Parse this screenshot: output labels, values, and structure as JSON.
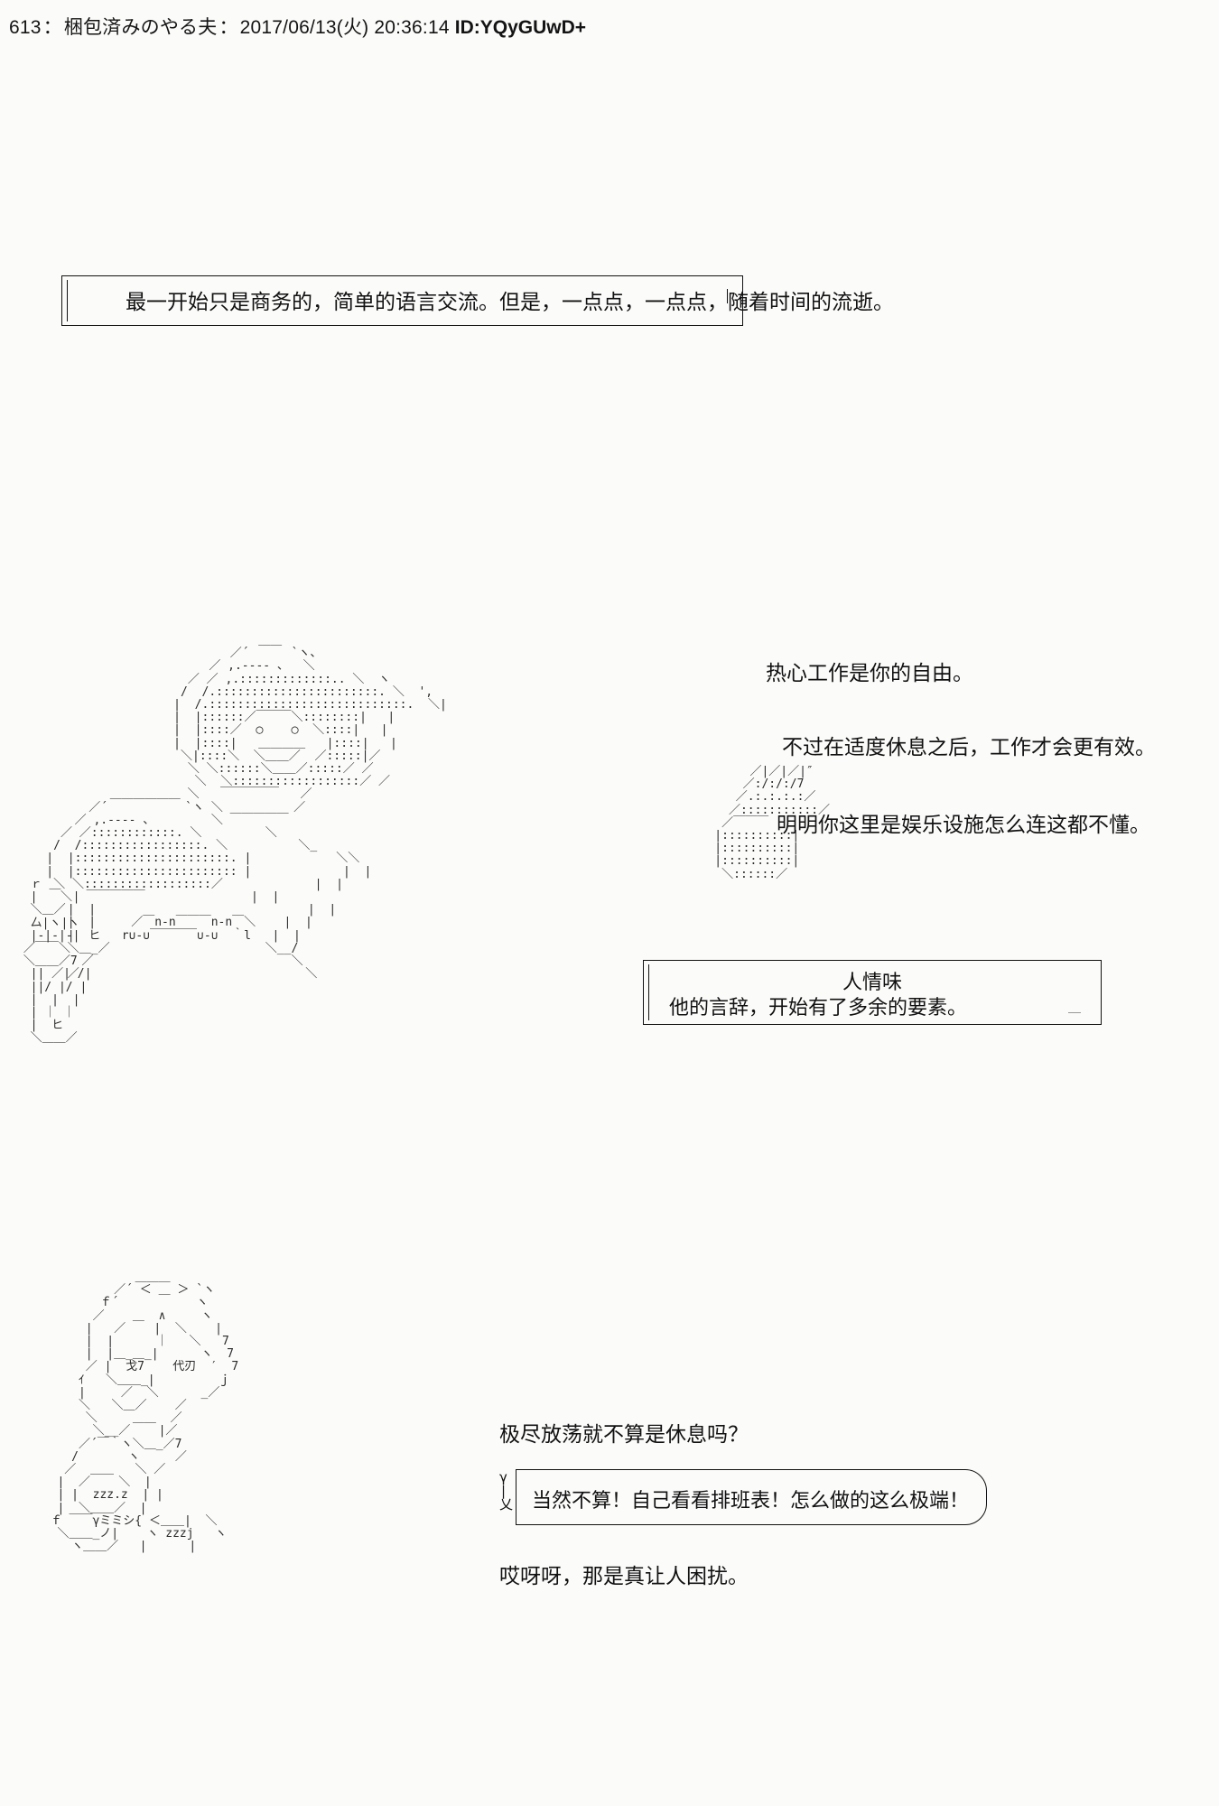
{
  "post": {
    "number": "613",
    "separator": "：",
    "name": "梱包済みのやる夫",
    "datetime": "2017/06/13(火) 20:36:14",
    "id_label": "ID:YQyGUwD+"
  },
  "narration_boxes": [
    {
      "name": "narration-box-top",
      "text": "最一开始只是商务的，简单的语言交流。但是，一点点，一点点，随着时间的流逝。"
    },
    {
      "name": "narration-box-middle",
      "title": "人情味",
      "text": "他的言辞，开始有了多余的要素。"
    }
  ],
  "dialogue": {
    "middle": [
      "热心工作是你的自由。",
      "不过在适度休息之后，工作才会更有效。",
      "明明你这里是娱乐设施怎么连这都不懂。"
    ],
    "bottom_question": "极尽放荡就不算是休息吗？",
    "bubble": "当然不算！自己看看排班表！怎么做的这么极端！",
    "bottom_reply": "哎呀呀，那是真让人困扰。"
  },
  "ascii_art": {
    "main_figure": "                                  ＿＿\n                              ／´      `ヽ、\n                           ／ ,.-‐‐- 、  ＼\n                        ／ ／ ,.:::::::::::::.. ＼  ヽ\n                       /  /.:::::::::::::::::::::::. ＼  ',\n                      |  /.::::::::::::::::::::::::::::.  ＼|\n                      |  |::::::／￣￣￣＼::::::::|   |\n                      |  |::::／  ◯    ◯  ＼::::|   |\n                      |  |::::|   ＿＿＿＿   |::::|   |\n                       ＼|::::＼  ＼＿＿／  ／:::::|／\n                        ＼ ＼::::::＼＿＿／:::::／ ／\n                         ＼  ＼::::::::::::::::::／ ／\n             ＿＿＿＿＿＿ ＼   ￣￣￣￣￣   ／\n          ／´           `ヽ ＼          ／\n        ／ ,.-‐‐- 、        ＼ ￣￣￣￣￣\n      ／ ／::::::::::::. ＼         ＼\n     /  /:::::::::::::::::. ＼          ＼_\n    |  |::::::::::::::::::::::. |            ＼＼\n    |  |::::::::::::::::::::::: |             |  |\n     ＼ ＼::::::::::::::::::／             |  |\n      ＼  ￣￣￣￣￣               |  |\n       |  |                              |  |\n       |  |     ／￣n-n￣￣￣n-n￣＼    |  |\n       |  ヒ   r∪-∪￣￣￣￣∪-∪  ｀l   |  |\n       ＼＿_／                      ＼__/\n         ／                            ＼\n       ／                                ＼",
    "right_figure": "         ／|／|／|″\n        ／:/:/:/7\n       ／.:.:.:.:／\n      ／:::::::::::／\n     ／￣￣￣\n    |::::::::::|\n    |::::::::::|\n    |::::::::::|\n     ＼::::::／",
    "left_hand": "  ｒ ＿\n  |     |\n  ＼＿／\n  厶|ヽ|ヽ\n  |-|-|-|\n ／￣￣＼\n ＼＿＿／7\n  || ／| /|\n  ||/ |/ |\n  |  |  |\n  | ｜ ｜\n  |  ヒ\n  ＼＿＿／",
    "bottom_figure": "              ＿＿＿\n           ／´ ＜ ＿ ＞ `ヽ\n         ｆ´           ヽ\n        ／    ＿  ∧     ヽ\n       |   ／    |  ＼    |\n       |  |      ｜   ＼   7\n       |  |＿_＿_|      ヽ  7\n       ／ |  戈7    代刃  ′  7\n      ｲ   ＼＿＿_|         ｊ\n      |     ／  ＼      _／\n      ＼   ＼＿／    ／\n       ＼     ＿＿  ／\n        ＼__／    |／\n      ／´￣｀ヽ＼＿_／7\n     /       ヽ     ／\n    ／  ＿＿   ＼ ／\n   |  ／    ＼  |\n   | |  zzz.z  | |\n   |  ＼＿＿／  |\n  ｆ ￣￣γミミシ{ ＜＿＿|  ＼\n   ＼＿＿_ノ|    ヽ zzzj   ヽ\n     ヽ＿＿／   |      |"
  }
}
